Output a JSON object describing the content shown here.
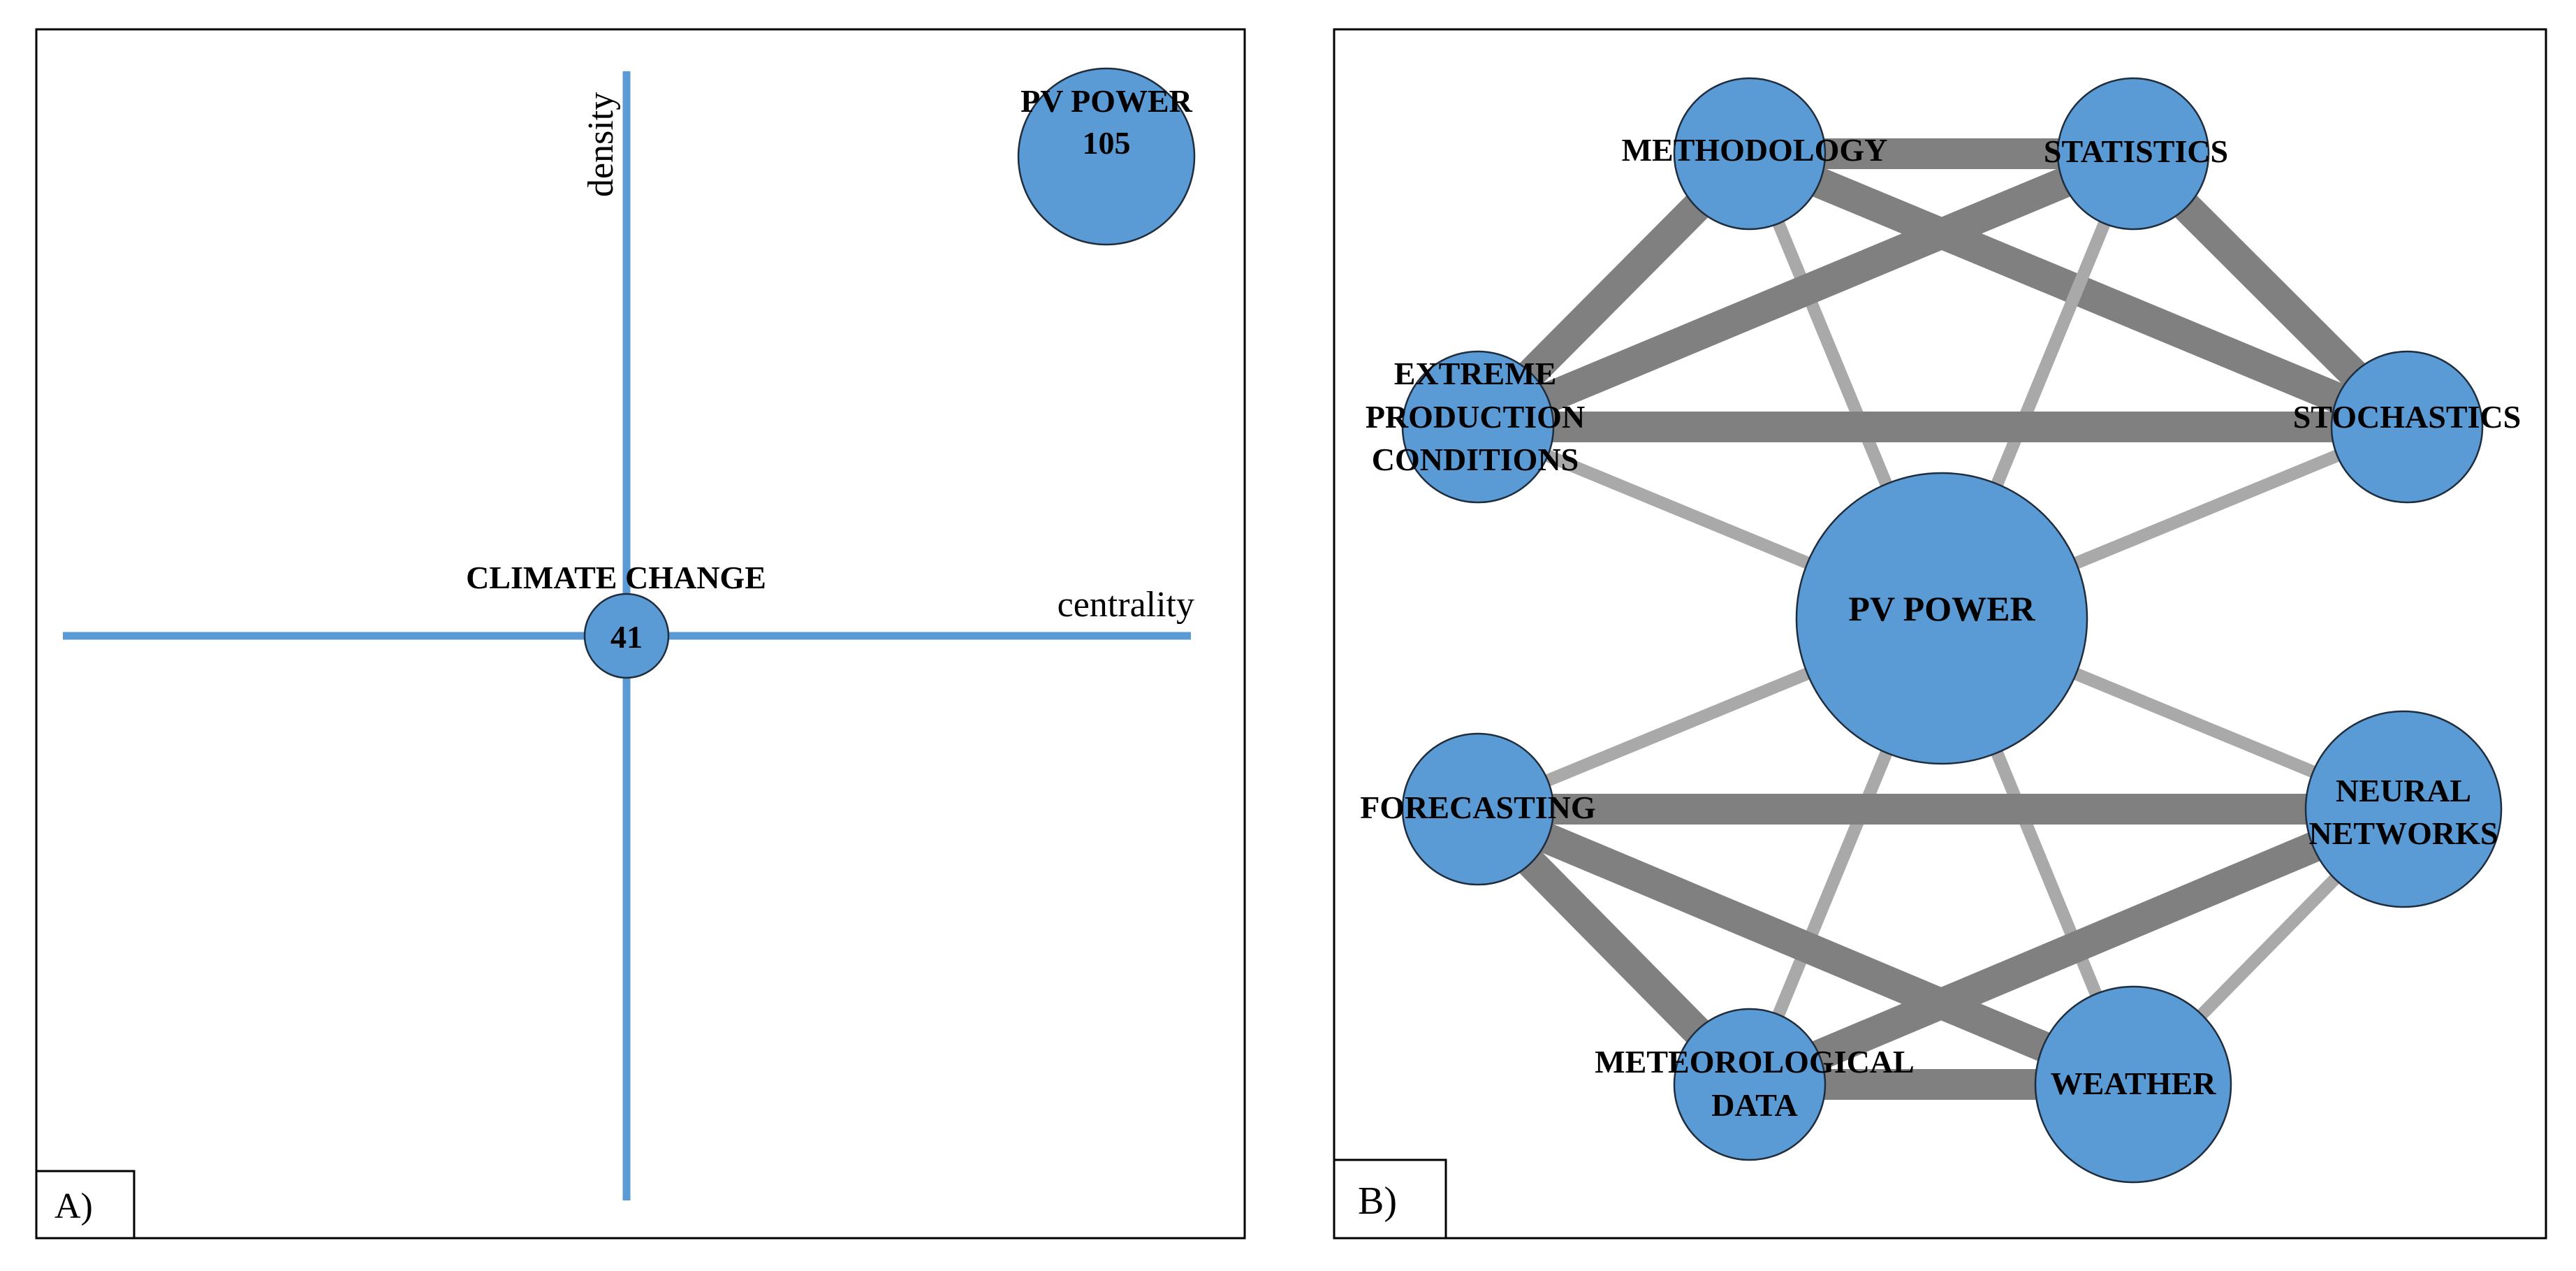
{
  "colors": {
    "node_fill": "#5b9bd5",
    "node_stroke": "#1f2d3d",
    "axis_line": "#5b9bd5",
    "edge_strong": "#808080",
    "edge_weak": "#a9a9a9",
    "frame": "#000000"
  },
  "panel_a": {
    "tag": "A)",
    "axis_x_label": "centrality",
    "axis_y_label": "density",
    "clusters": [
      {
        "name": "PV POWER",
        "value": "105"
      },
      {
        "name": "CLIMATE CHANGE",
        "value": "41"
      }
    ]
  },
  "panel_b": {
    "tag": "B)",
    "nodes": [
      {
        "id": "methodology",
        "lines": [
          "METHODOLOGY"
        ]
      },
      {
        "id": "statistics",
        "lines": [
          "STATISTICS"
        ]
      },
      {
        "id": "extreme",
        "lines": [
          "EXTREME",
          "PRODUCTION",
          "CONDITIONS"
        ]
      },
      {
        "id": "stochastics",
        "lines": [
          "STOCHASTICS"
        ]
      },
      {
        "id": "pvpower",
        "lines": [
          "PV POWER"
        ]
      },
      {
        "id": "forecasting",
        "lines": [
          "FORECASTING"
        ]
      },
      {
        "id": "neural",
        "lines": [
          "NEURAL",
          "NETWORKS"
        ]
      },
      {
        "id": "meteo",
        "lines": [
          "METEOROLOGICAL",
          "DATA"
        ]
      },
      {
        "id": "weather",
        "lines": [
          "WEATHER"
        ]
      }
    ],
    "edges": [
      {
        "from": "methodology",
        "to": "statistics",
        "strength": "strong"
      },
      {
        "from": "methodology",
        "to": "extreme",
        "strength": "strong"
      },
      {
        "from": "methodology",
        "to": "stochastics",
        "strength": "strong"
      },
      {
        "from": "methodology",
        "to": "pvpower",
        "strength": "weak"
      },
      {
        "from": "statistics",
        "to": "extreme",
        "strength": "strong"
      },
      {
        "from": "statistics",
        "to": "stochastics",
        "strength": "strong"
      },
      {
        "from": "statistics",
        "to": "pvpower",
        "strength": "weak"
      },
      {
        "from": "extreme",
        "to": "stochastics",
        "strength": "strong"
      },
      {
        "from": "extreme",
        "to": "pvpower",
        "strength": "weak"
      },
      {
        "from": "stochastics",
        "to": "pvpower",
        "strength": "weak"
      },
      {
        "from": "pvpower",
        "to": "forecasting",
        "strength": "weak"
      },
      {
        "from": "pvpower",
        "to": "neural",
        "strength": "weak"
      },
      {
        "from": "pvpower",
        "to": "meteo",
        "strength": "weak"
      },
      {
        "from": "pvpower",
        "to": "weather",
        "strength": "weak"
      },
      {
        "from": "forecasting",
        "to": "neural",
        "strength": "strong"
      },
      {
        "from": "forecasting",
        "to": "meteo",
        "strength": "strong"
      },
      {
        "from": "forecasting",
        "to": "weather",
        "strength": "strong"
      },
      {
        "from": "meteo",
        "to": "neural",
        "strength": "strong"
      },
      {
        "from": "meteo",
        "to": "weather",
        "strength": "strong"
      },
      {
        "from": "weather",
        "to": "neural",
        "strength": "weak"
      }
    ]
  }
}
